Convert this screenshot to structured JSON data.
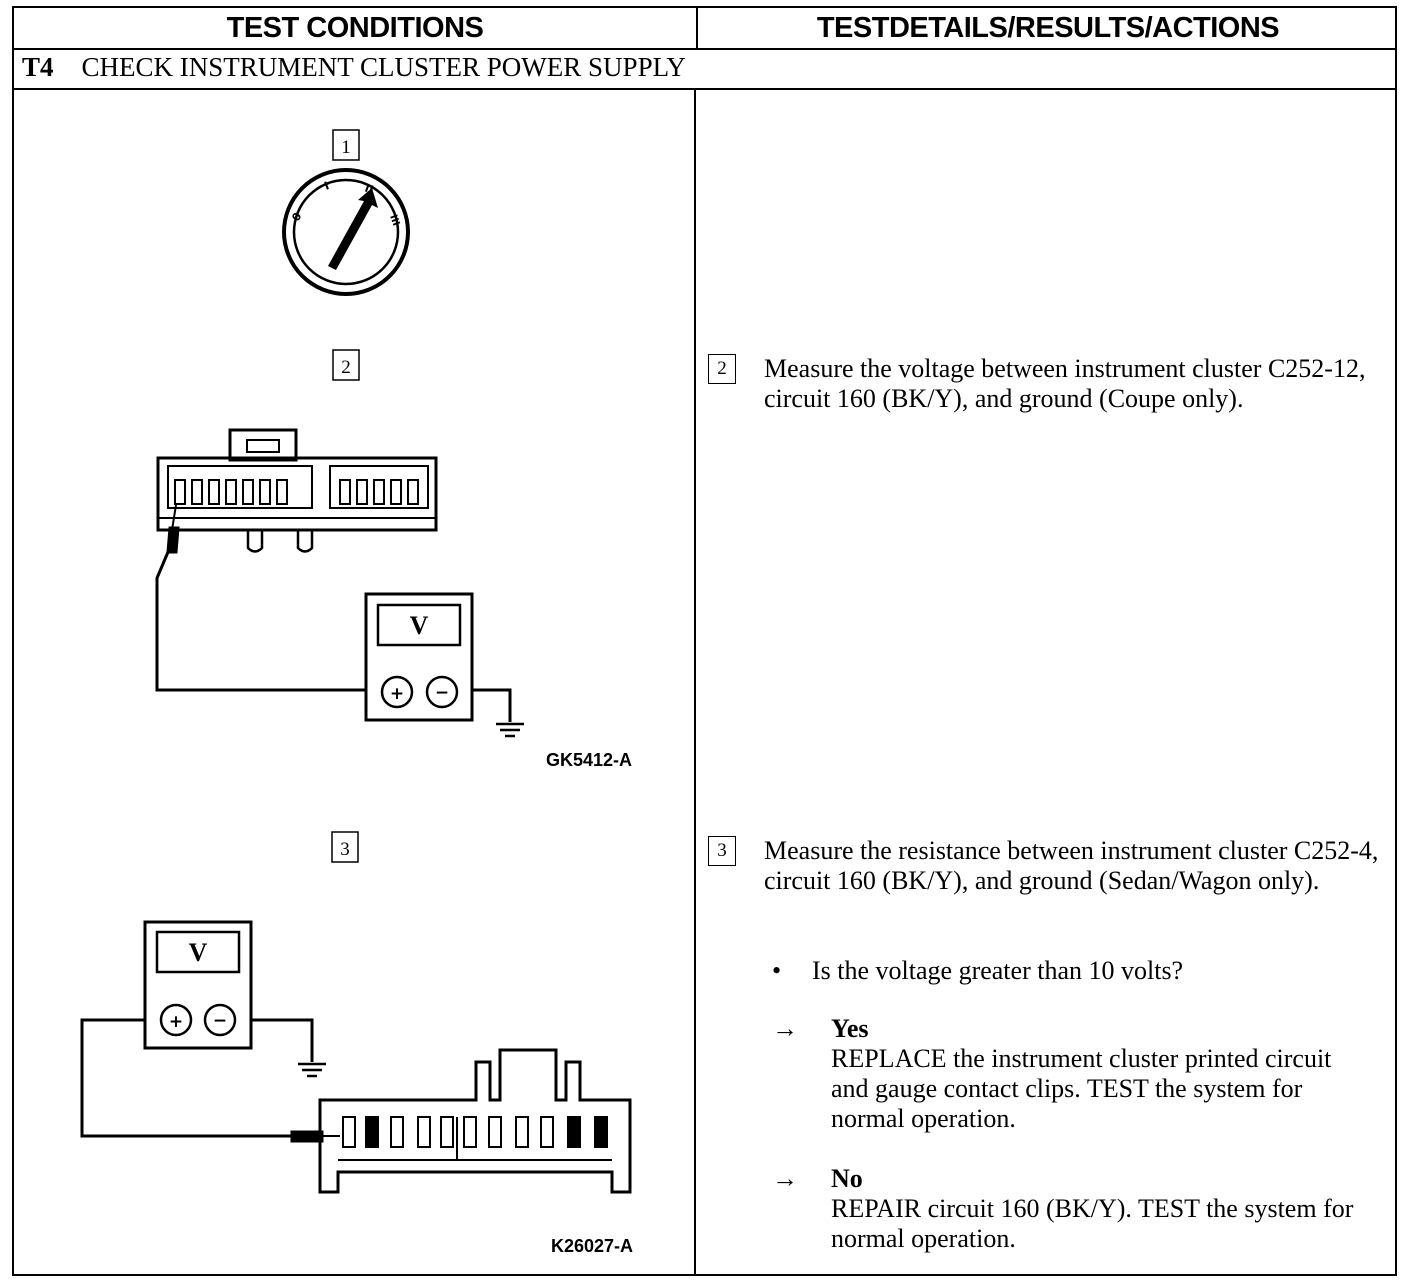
{
  "header": {
    "left": "TEST CONDITIONS",
    "right": "TESTDETAILS/RESULTS/ACTIONS"
  },
  "section": {
    "code": "T4",
    "title": "CHECK INSTRUMENT CLUSTER POWER SUPPLY"
  },
  "figures": {
    "step1_number": "1",
    "step2_number": "2",
    "step3_number": "3",
    "meter_label": "V",
    "plus_symbol": "+",
    "minus_symbol": "−",
    "ign_positions": [
      "0",
      "I",
      "II",
      "III"
    ],
    "fig2_label": "GK5412-A",
    "fig3_label": "K26027-A"
  },
  "details": {
    "step2": {
      "number": "2",
      "text": "Measure the voltage between instrument cluster C252-12, circuit 160 (BK/Y), and ground (Coupe only)."
    },
    "step3": {
      "number": "3",
      "text": "Measure the resistance between instrument cluster C252-4, circuit 160 (BK/Y), and ground (Sedan/Wagon only)."
    },
    "question": "Is the voltage greater than 10 volts?",
    "bullet": "•",
    "arrow": "→",
    "yes": {
      "label": "Yes",
      "text": "REPLACE the instrument cluster printed circuit and gauge contact clips. TEST the system for normal operation."
    },
    "no": {
      "label": "No",
      "text": "REPAIR circuit 160 (BK/Y). TEST the system for normal operation."
    }
  }
}
